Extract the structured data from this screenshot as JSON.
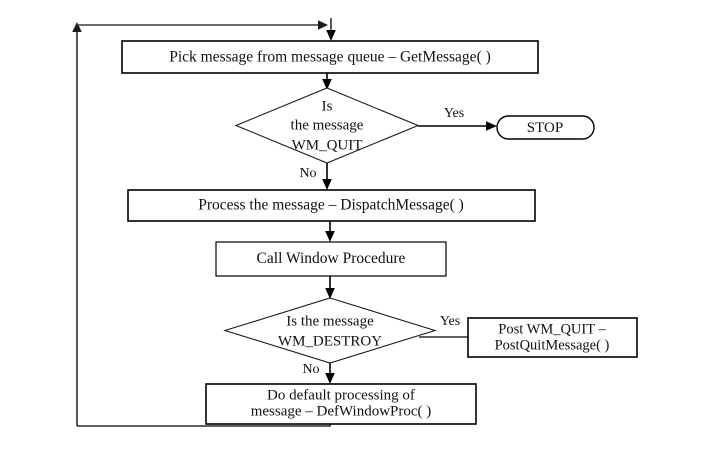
{
  "diagram": {
    "title": "Windows message loop flowchart",
    "type": "flowchart",
    "background_color": "#ffffff",
    "line_color": "#000000",
    "loop_line_color": "#3d3d3d",
    "text_color": "#111111"
  },
  "nodes": {
    "pick_message": {
      "shape": "process",
      "label": "Pick message from message queue – GetMessage( )"
    },
    "decision_quit": {
      "shape": "decision",
      "line1": "Is",
      "line2": "the message",
      "line3": "WM_QUIT"
    },
    "stop": {
      "shape": "terminal",
      "label": "STOP"
    },
    "process_message": {
      "shape": "process",
      "label": "Process the message  –  DispatchMessage( )"
    },
    "call_window_procedure": {
      "shape": "process",
      "label": "Call Window Procedure"
    },
    "decision_destroy": {
      "shape": "decision",
      "line1": "Is the message",
      "line2": "WM_DESTROY"
    },
    "post_quit": {
      "shape": "process",
      "line1": "Post WM_QUIT –",
      "line2": "PostQuitMessage( )"
    },
    "default_processing": {
      "shape": "process",
      "line1": "Do default processing of",
      "line2": "message – DefWindowProc( )"
    }
  },
  "edges": {
    "quit_yes": "Yes",
    "quit_no": "No",
    "destroy_yes": "Yes",
    "destroy_no": "No"
  }
}
